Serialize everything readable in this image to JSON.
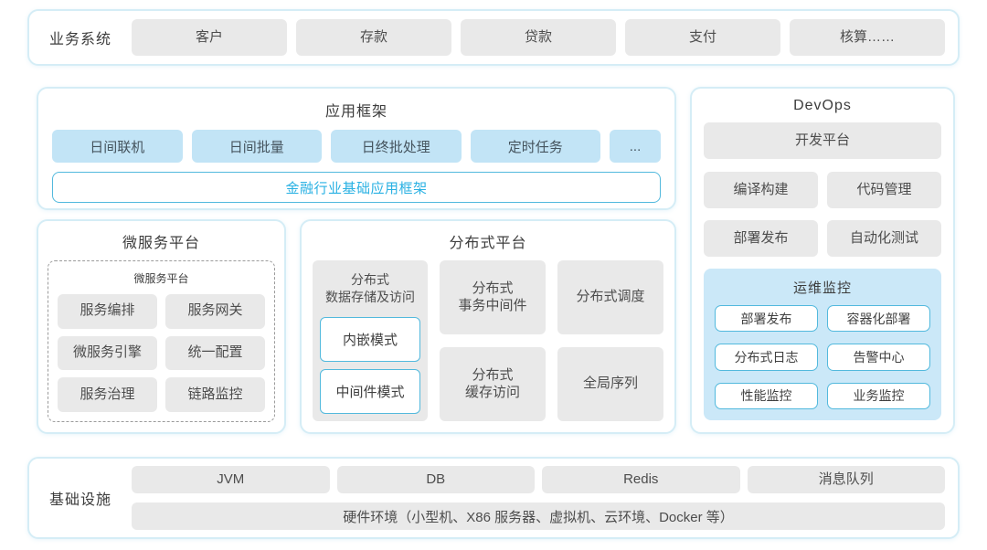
{
  "colors": {
    "panel_border": "#d5edf6",
    "gray_box": "#e9e9e9",
    "blue_box": "#c2e4f6",
    "monitor_bg": "#cbe8f8",
    "cyan_border": "#52b9dd",
    "cyan_text": "#29b1e3",
    "text": "#4a4a4a"
  },
  "business": {
    "label": "业务系统",
    "items": [
      "客户",
      "存款",
      "贷款",
      "支付",
      "核算……"
    ]
  },
  "app_framework": {
    "title": "应用框架",
    "items": [
      "日间联机",
      "日间批量",
      "日终批处理",
      "定时任务",
      "..."
    ],
    "base": "金融行业基础应用框架"
  },
  "devops": {
    "title": "DevOps",
    "platform": "开发平台",
    "items": [
      "编译构建",
      "代码管理",
      "部署发布",
      "自动化测试"
    ],
    "monitor": {
      "title": "运维监控",
      "items": [
        "部署发布",
        "容器化部署",
        "分布式日志",
        "告警中心",
        "性能监控",
        "业务监控"
      ]
    }
  },
  "microservice": {
    "title": "微服务平台",
    "inner_title": "微服务平台",
    "items": [
      "服务编排",
      "服务网关",
      "微服务引擎",
      "统一配置",
      "服务治理",
      "链路监控"
    ]
  },
  "distributed": {
    "title": "分布式平台",
    "storage": {
      "title": "分布式\n数据存储及访问",
      "modes": [
        "内嵌模式",
        "中间件模式"
      ]
    },
    "cells": [
      "分布式\n事务中间件",
      "分布式调度",
      "分布式\n缓存访问",
      "全局序列"
    ]
  },
  "infrastructure": {
    "label": "基础设施",
    "items": [
      "JVM",
      "DB",
      "Redis",
      "消息队列"
    ],
    "hardware": "硬件环境（小型机、X86 服务器、虚拟机、云环境、Docker 等）"
  }
}
